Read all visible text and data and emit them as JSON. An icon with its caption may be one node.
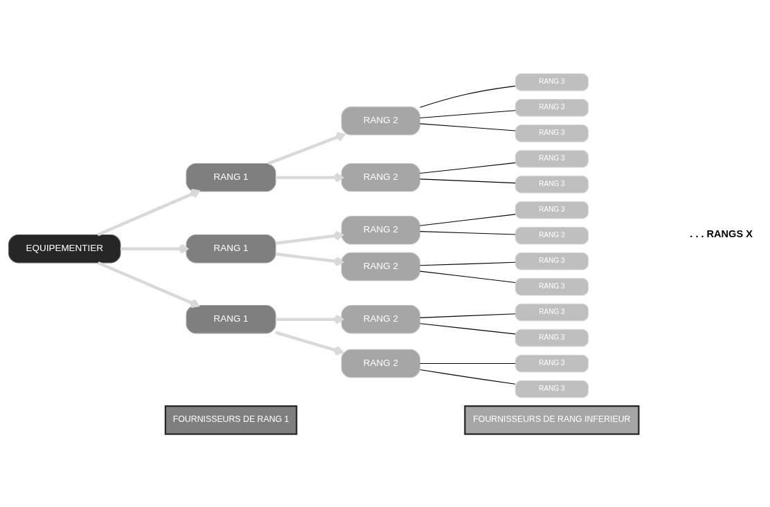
{
  "diagram": {
    "nodes": [
      {
        "text": [
          "FOURNISSEURS DE RANG 1"
        ]
      },
      {
        "text": [
          "FOURNISSEURS DE RANG INFERIEUR"
        ]
      },
      {
        "text": [
          "EQUIPEMENTIER"
        ]
      },
      {
        "text": [
          "RANG 1"
        ]
      },
      {
        "text": [
          "RANG 2"
        ]
      },
      {
        "text": [
          "RANG 2"
        ]
      },
      {
        "text": [
          "RANG 1"
        ]
      },
      {
        "text": [
          "RANG 2"
        ]
      },
      {
        "text": [
          "RANG 2"
        ]
      },
      {
        "text": [
          "RANG 1"
        ]
      },
      {
        "text": [
          "RANG 2"
        ]
      },
      {
        "text": [
          "RANG 2"
        ]
      },
      {
        "text": [
          "RANG 3"
        ]
      },
      {
        "text": [
          "RANG 3"
        ]
      },
      {
        "text": [
          "RANG 3"
        ]
      },
      {
        "text": [
          "RANG 3"
        ]
      },
      {
        "text": [
          "RANG 3"
        ]
      },
      {
        "text": [
          "RANG 3"
        ]
      },
      {
        "text": [
          "RANG 3"
        ]
      },
      {
        "text": [
          "RANG 3"
        ]
      },
      {
        "text": [
          "RANG 3"
        ]
      },
      {
        "text": [
          "RANG 3"
        ]
      },
      {
        "text": [
          "RANG 3"
        ]
      },
      {
        "text": [
          "RANG 3"
        ]
      },
      {
        "text": [
          "RANG 3"
        ]
      }
    ],
    "edges": [
      {
        "from": 2,
        "to": 3,
        "arrow": "to",
        "style": "thick",
        "color": "#d9d9d9"
      },
      {
        "from": 2,
        "to": 6,
        "arrow": "to",
        "style": "thick",
        "color": "#d9d9d9"
      },
      {
        "from": 2,
        "to": 9,
        "arrow": "to",
        "style": "thick",
        "color": "#d9d9d9"
      },
      {
        "from": 3,
        "to": 4,
        "arrow": "to",
        "style": "thick",
        "color": "#d9d9d9"
      },
      {
        "from": 3,
        "to": 5,
        "arrow": "to",
        "style": "thick",
        "color": "#d9d9d9"
      },
      {
        "from": 6,
        "to": 7,
        "arrow": "to",
        "style": "thick",
        "color": "#d9d9d9"
      },
      {
        "from": 6,
        "to": 8,
        "arrow": "to",
        "style": "thick",
        "color": "#d9d9d9"
      },
      {
        "from": 9,
        "to": 10,
        "arrow": "to",
        "style": "thick",
        "color": "#d9d9d9"
      },
      {
        "from": 9,
        "to": 11,
        "arrow": "to",
        "style": "thick",
        "color": "#d9d9d9"
      },
      {
        "from": 4,
        "to": 12,
        "arrow": "none"
      },
      {
        "from": 4,
        "to": 13,
        "arrow": "none"
      },
      {
        "from": 4,
        "to": 14,
        "arrow": "none"
      },
      {
        "from": 5,
        "to": 15,
        "arrow": "none"
      },
      {
        "from": 5,
        "to": 16,
        "arrow": "none"
      },
      {
        "from": 7,
        "to": 17,
        "arrow": "none"
      },
      {
        "from": 7,
        "to": 18,
        "arrow": "none"
      },
      {
        "from": 8,
        "to": 19,
        "arrow": "none"
      },
      {
        "from": 8,
        "to": 20,
        "arrow": "none"
      },
      {
        "from": 10,
        "to": 21,
        "arrow": "none"
      },
      {
        "from": 10,
        "to": 22,
        "arrow": "none"
      },
      {
        "from": 11,
        "to": 23,
        "arrow": "none"
      },
      {
        "from": 11,
        "to": 24,
        "arrow": "none"
      }
    ],
    "labels": [
      ". . . RANGS X"
    ]
  }
}
